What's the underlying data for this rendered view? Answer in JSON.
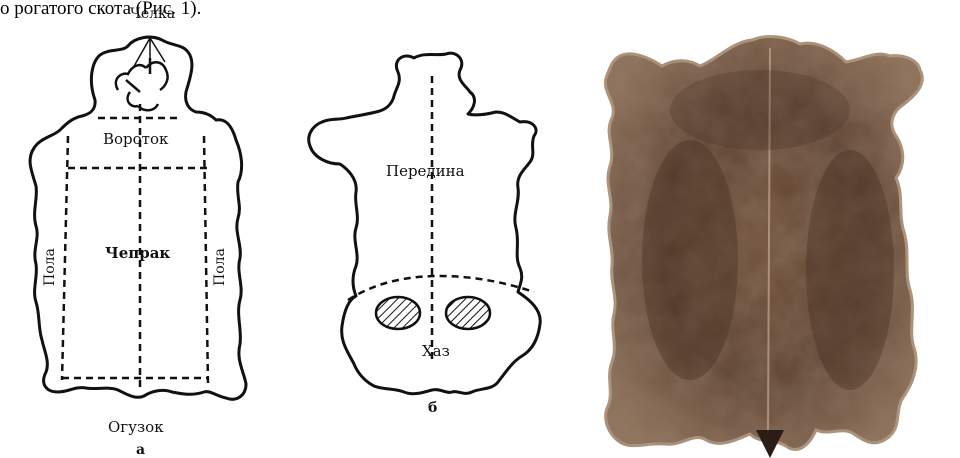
{
  "caption_fragment": "о рогатого скота (Рис. 1).",
  "diagram_a": {
    "label_chelka": "Челка",
    "label_vorotok": "Вороток",
    "label_cheprak": "Чепрак",
    "label_pola_left": "Пола",
    "label_pola_right": "Пола",
    "label_oguzok": "Огузок",
    "sublabel": "а"
  },
  "diagram_b": {
    "label_peredina": "Передина",
    "label_khaz": "Хаз",
    "sublabel": "б"
  },
  "colors": {
    "line": "#111111",
    "hide_dark": "#4a3526",
    "hide_mid": "#7a5a42",
    "hide_light": "#a8896c"
  }
}
